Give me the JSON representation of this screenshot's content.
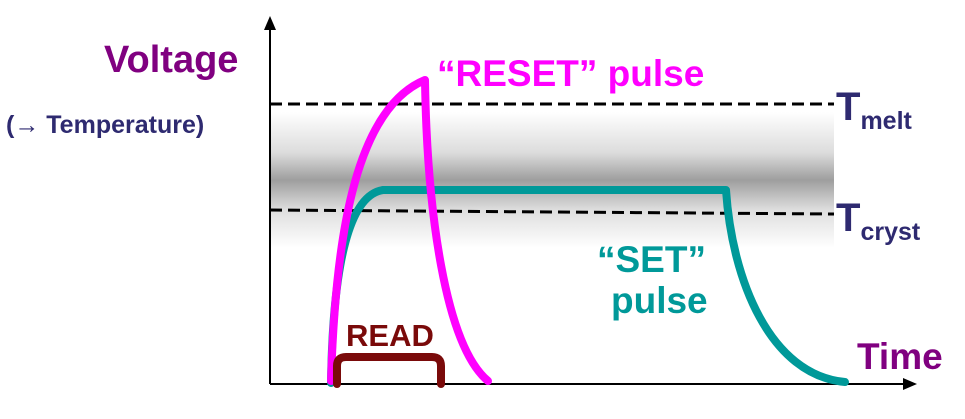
{
  "y_axis": {
    "label": "Voltage",
    "sublabel": "(→ Temperature)"
  },
  "x_axis": {
    "label": "Time"
  },
  "thresholds": {
    "melt": {
      "symbol": "T",
      "subscript": "melt"
    },
    "cryst": {
      "symbol": "T",
      "subscript": "cryst"
    }
  },
  "pulses": {
    "reset": {
      "label": "“RESET” pulse",
      "color": "#ff00ff"
    },
    "set": {
      "line1": "“SET”",
      "line2": "pulse",
      "color": "#009999"
    },
    "read": {
      "label": "READ",
      "color": "#7a0a0a"
    }
  },
  "colors": {
    "axis_label": "#800080",
    "threshold_label": "#2e2a70",
    "band": "#a0a0a0",
    "axis": "#000000"
  }
}
